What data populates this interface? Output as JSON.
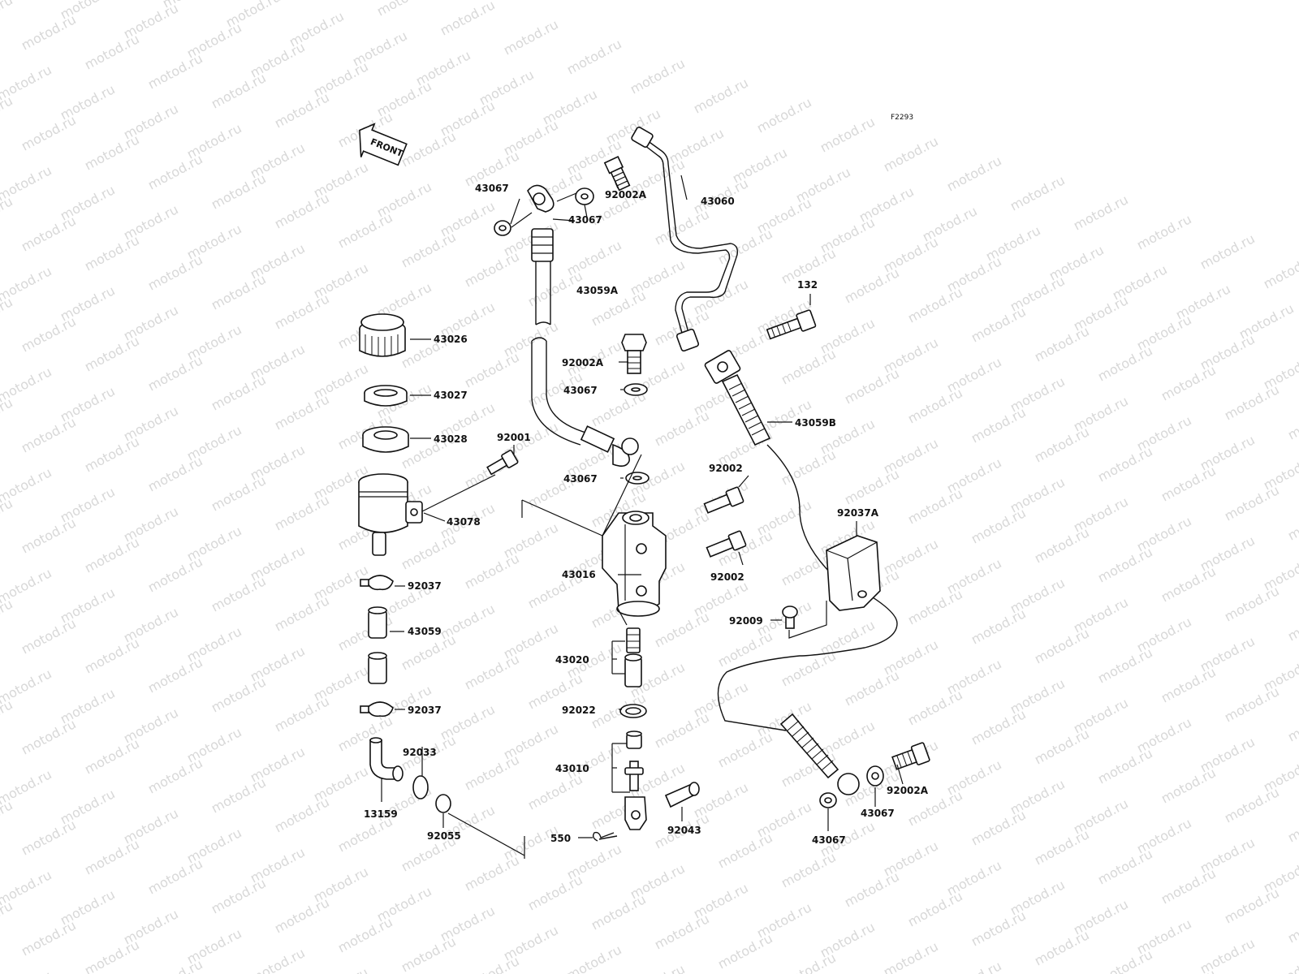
{
  "diagram": {
    "code": "F2293",
    "front_label": "FRONT",
    "watermark": "motod.ru",
    "callouts": [
      {
        "id": "c-43067-a",
        "text": "43067"
      },
      {
        "id": "c-43067-b",
        "text": "43067"
      },
      {
        "id": "c-92002A-a",
        "text": "92002A"
      },
      {
        "id": "c-43060",
        "text": "43060"
      },
      {
        "id": "c-43059A",
        "text": "43059A"
      },
      {
        "id": "c-132",
        "text": "132"
      },
      {
        "id": "c-43026",
        "text": "43026"
      },
      {
        "id": "c-92002A-b",
        "text": "92002A"
      },
      {
        "id": "c-43067-c",
        "text": "43067"
      },
      {
        "id": "c-43027",
        "text": "43027"
      },
      {
        "id": "c-43059B",
        "text": "43059B"
      },
      {
        "id": "c-43028",
        "text": "43028"
      },
      {
        "id": "c-92001",
        "text": "92001"
      },
      {
        "id": "c-43067-d",
        "text": "43067"
      },
      {
        "id": "c-92002-a",
        "text": "92002"
      },
      {
        "id": "c-92037A",
        "text": "92037A"
      },
      {
        "id": "c-43078",
        "text": "43078"
      },
      {
        "id": "c-43016",
        "text": "43016"
      },
      {
        "id": "c-92002-b",
        "text": "92002"
      },
      {
        "id": "c-92037-a",
        "text": "92037"
      },
      {
        "id": "c-92009",
        "text": "92009"
      },
      {
        "id": "c-43059",
        "text": "43059"
      },
      {
        "id": "c-43020",
        "text": "43020"
      },
      {
        "id": "c-92037-b",
        "text": "92037"
      },
      {
        "id": "c-92022",
        "text": "92022"
      },
      {
        "id": "c-92033",
        "text": "92033"
      },
      {
        "id": "c-43010",
        "text": "43010"
      },
      {
        "id": "c-92002A-c",
        "text": "92002A"
      },
      {
        "id": "c-13159",
        "text": "13159"
      },
      {
        "id": "c-43067-e",
        "text": "43067"
      },
      {
        "id": "c-92055",
        "text": "92055"
      },
      {
        "id": "c-550",
        "text": "550"
      },
      {
        "id": "c-92043",
        "text": "92043"
      },
      {
        "id": "c-43067-f",
        "text": "43067"
      }
    ]
  }
}
